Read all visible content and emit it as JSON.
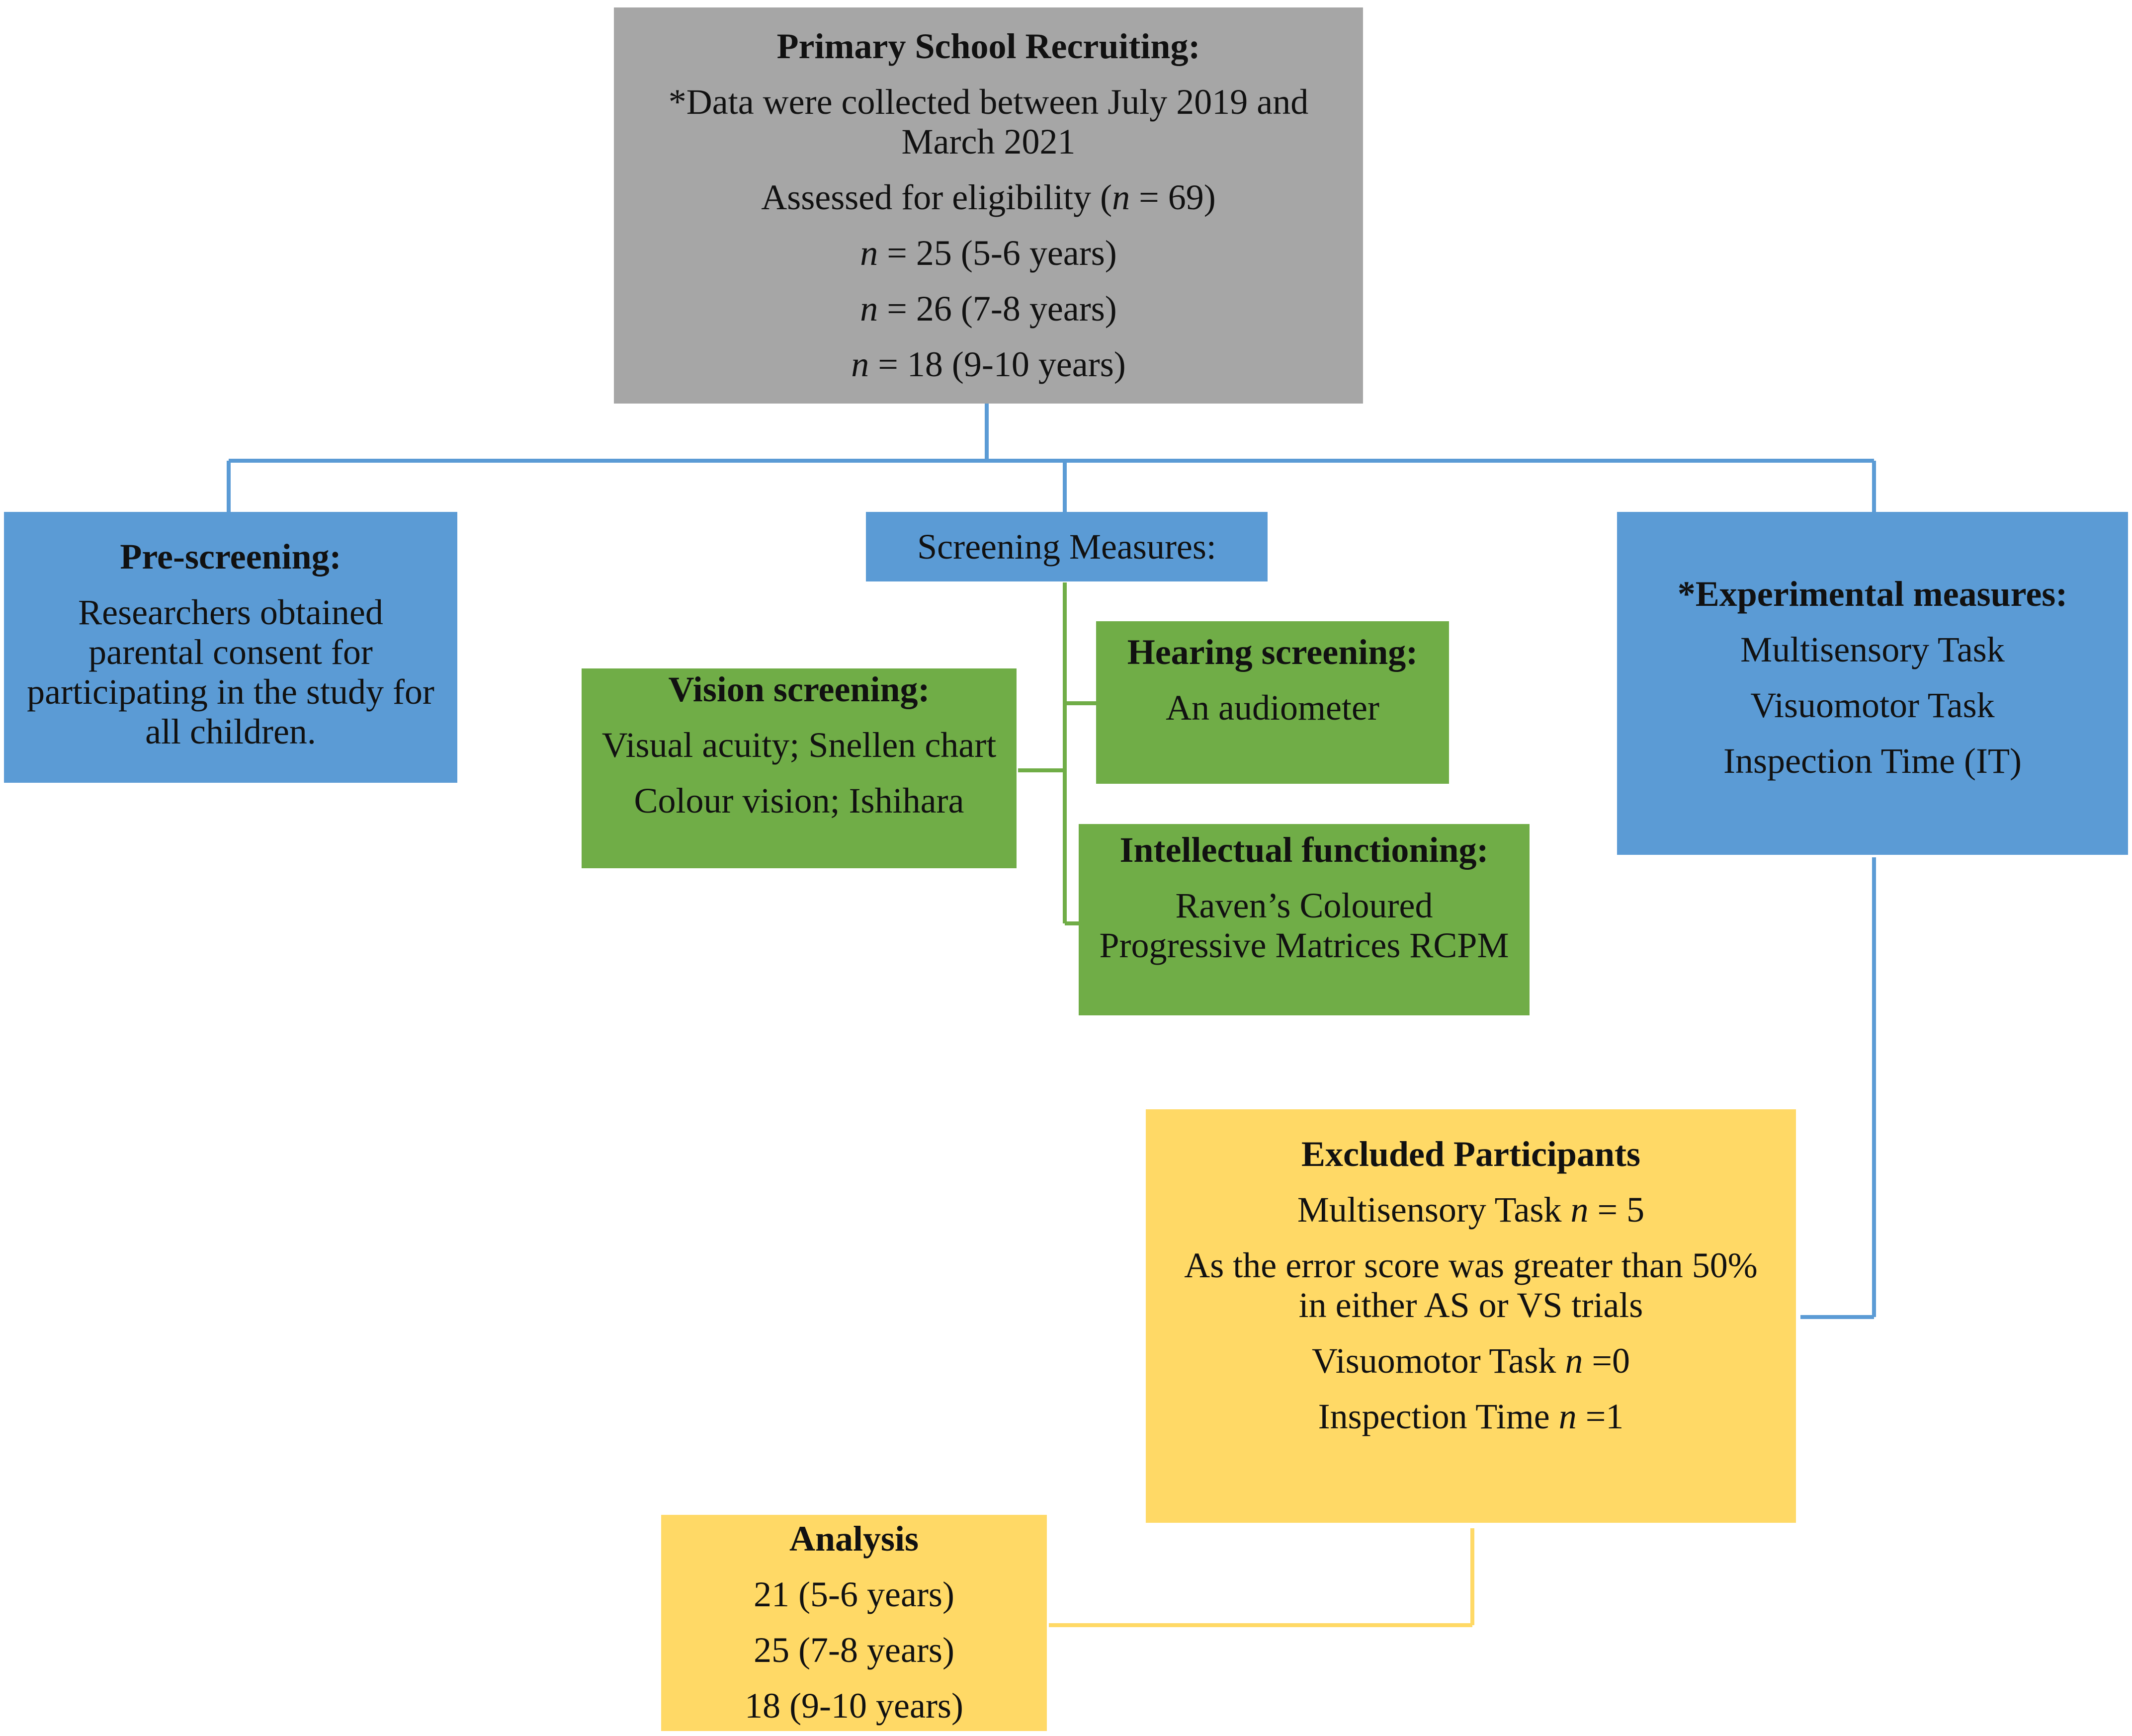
{
  "recruiting": {
    "title": "Primary School Recruiting:",
    "lines": [
      "*Data were collected between July 2019 and",
      "March 2021",
      "Assessed for eligibility (",
      "n",
      " = 69)"
    ],
    "groups": [
      {
        "n": "n",
        "text": " = 25 (5-6 years)"
      },
      {
        "n": "n",
        "text": " = 26 (7-8 years)"
      },
      {
        "n": "n",
        "text": " = 18 (9-10 years)"
      }
    ]
  },
  "prescreening": {
    "title": "Pre-screening:",
    "lines": [
      "Researchers obtained",
      "parental consent for",
      "participating in the study for",
      "all children."
    ]
  },
  "screening": {
    "title": "Screening Measures:"
  },
  "vision": {
    "title": "Vision screening:",
    "lines": [
      "Visual acuity; Snellen chart",
      "Colour vision; Ishihara"
    ]
  },
  "hearing": {
    "title": "Hearing screening:",
    "lines": [
      "An audiometer"
    ]
  },
  "intellectual": {
    "title": "Intellectual functioning:",
    "lines": [
      "Raven’s Coloured",
      "Progressive Matrices RCPM"
    ]
  },
  "experimental": {
    "title": "*Experimental measures:",
    "lines": [
      "Multisensory Task",
      "Visuomotor Task",
      "Inspection Time (IT)"
    ]
  },
  "excluded": {
    "title": "Excluded Participants",
    "multisensory": {
      "pre": "Multisensory Task ",
      "n": "n",
      "post": " = 5"
    },
    "reason": [
      "As the error score was greater than 50%",
      "in either AS or VS trials"
    ],
    "visuomotor": {
      "pre": "Visuomotor Task ",
      "n": "n",
      "post": " =0"
    },
    "inspection": {
      "pre": "Inspection Time ",
      "n": "n",
      "post": " =1"
    }
  },
  "analysis": {
    "title": "Analysis",
    "lines": [
      "21 (5-6 years)",
      "25 (7-8 years)",
      "18 (9-10 years)"
    ]
  },
  "colors": {
    "gray": "#a6a6a6",
    "blue": "#5b9bd5",
    "green": "#70ad47",
    "yellow": "#ffd966"
  }
}
